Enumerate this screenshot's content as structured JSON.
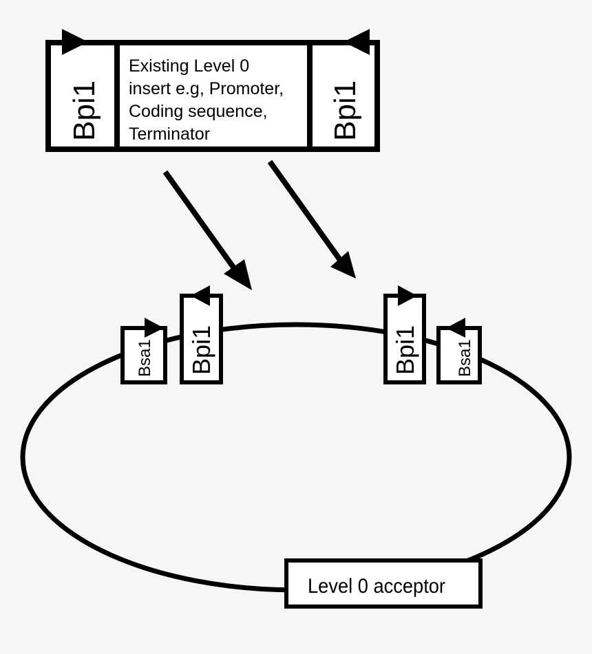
{
  "insert": {
    "left_site": "Bpi1",
    "description_lines": [
      "Existing Level 0",
      "insert e.g, Promoter,",
      "Coding sequence,",
      "Terminator"
    ],
    "right_site": "Bpi1"
  },
  "plasmid": {
    "left_bsa_site": "Bsa1",
    "left_bpi_site": "Bpi1",
    "right_bpi_site": "Bpi1",
    "right_bsa_site": "Bsa1",
    "acceptor_label": "Level 0 acceptor"
  },
  "colors": {
    "line": "#000000",
    "box_fill": "#ffffff",
    "background": "#f6f6f6"
  }
}
